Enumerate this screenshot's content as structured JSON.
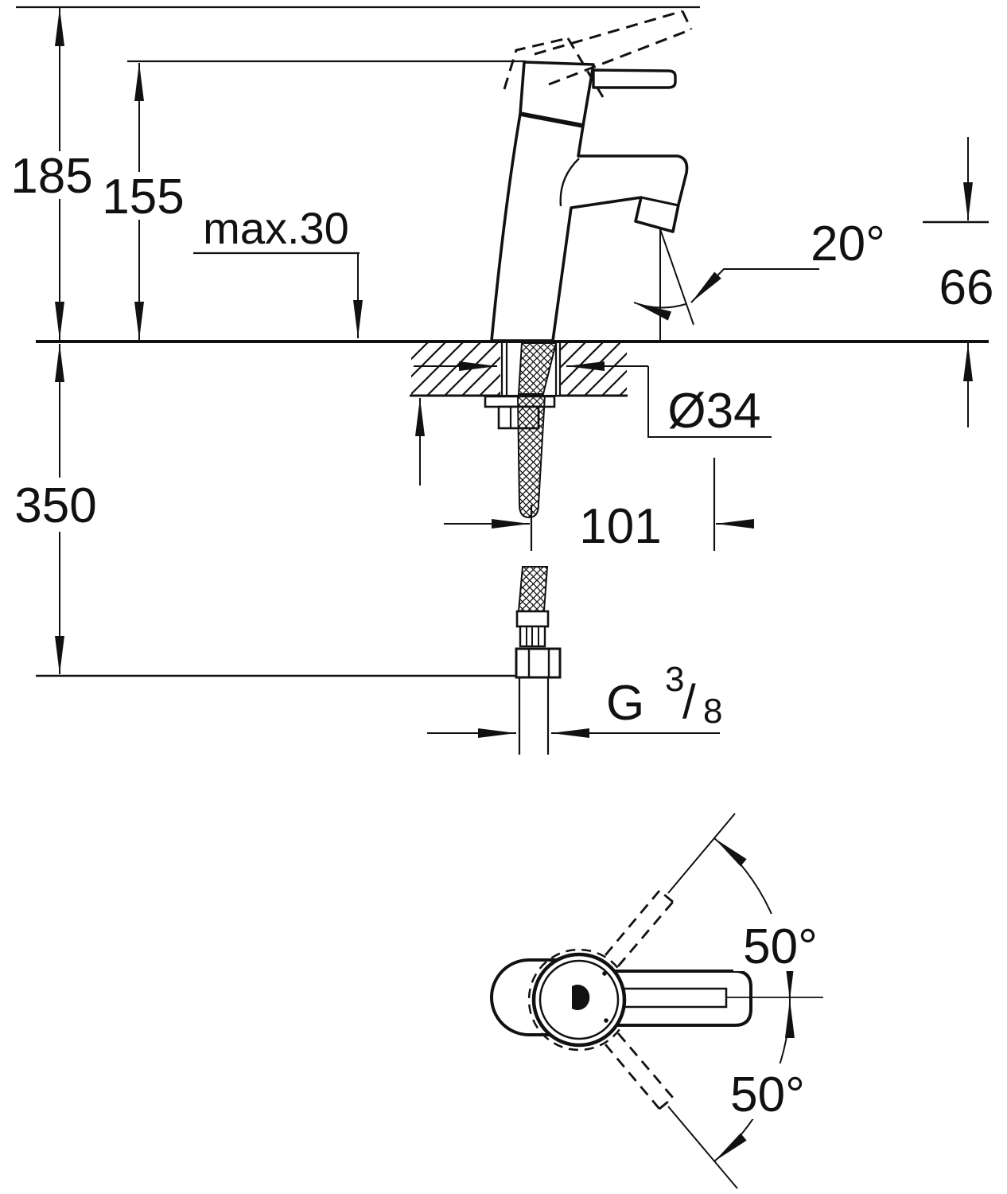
{
  "drawing": {
    "kind": "technical dimension drawing",
    "subject": "single-lever basin mixer faucet, side installation view and bottom handle-swivel view",
    "line_color": "#111111",
    "background_color": "#ffffff"
  },
  "labels": {
    "dim_185": "185",
    "dim_155": "155",
    "dim_max30": "max.30",
    "dim_20deg": "20°",
    "dim_66": "66",
    "dim_diameter_34": "Ø34",
    "dim_101": "101",
    "dim_350": "350",
    "thread_g": "G",
    "thread_numerator": "3",
    "thread_slash": "/",
    "thread_denominator": "8",
    "dim_50_upper": "50°",
    "dim_50_lower": "50°"
  }
}
